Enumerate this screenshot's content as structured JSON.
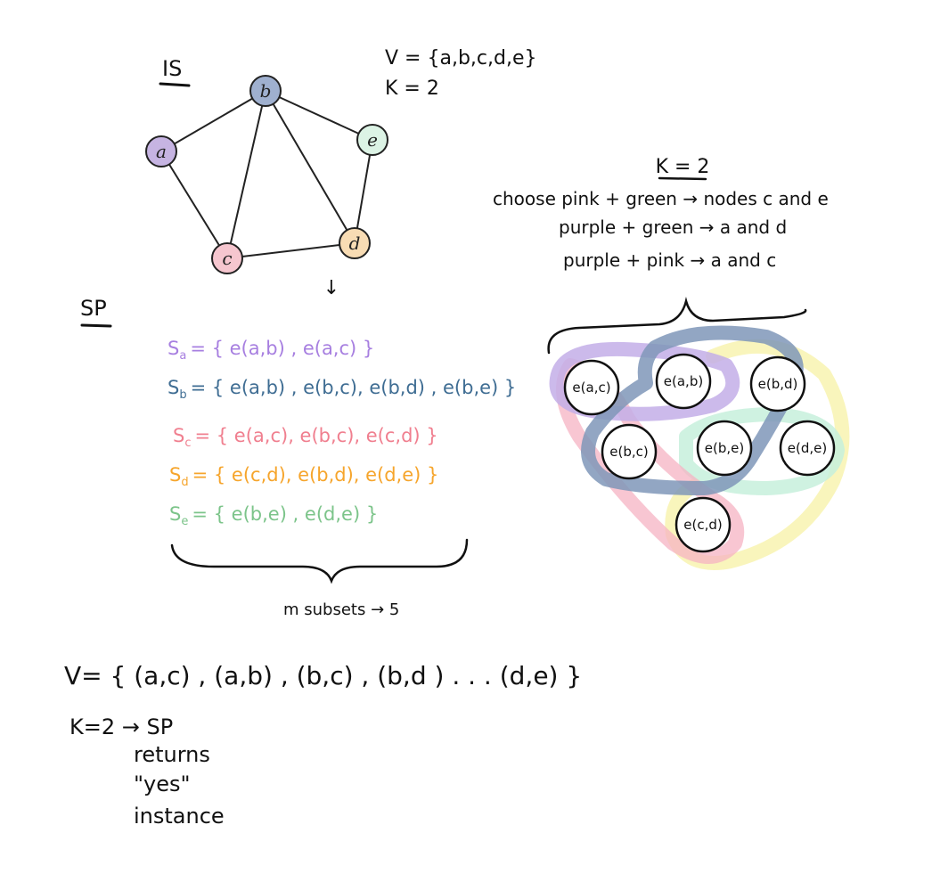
{
  "colors": {
    "a": "#c6b4e2",
    "b": "#9fb0cf",
    "c": "#f6c6cf",
    "d": "#f8dcb4",
    "e": "#dcf3e5",
    "sa": "#a77fe0",
    "sb": "#3f6d93",
    "sc": "#f07f8f",
    "sd": "#f6a52c",
    "se": "#7cc48a",
    "hl_purple": "#c3aee8",
    "hl_blue": "#7f96b8",
    "hl_pink": "#f5b3c3",
    "hl_yellow": "#f7f2a6",
    "hl_green": "#c7f0dc"
  },
  "is_section": {
    "title": "IS",
    "v_set": "V = {a,b,c,d,e}",
    "k": "K = 2",
    "nodes": [
      {
        "id": "a",
        "label": "a"
      },
      {
        "id": "b",
        "label": "b"
      },
      {
        "id": "c",
        "label": "c"
      },
      {
        "id": "d",
        "label": "d"
      },
      {
        "id": "e",
        "label": "e"
      }
    ],
    "arrow": "↓"
  },
  "sp_section": {
    "title": "SP",
    "subsets": [
      {
        "name": "S",
        "sub": "a",
        "body": "= { e(a,b) , e(a,c) }"
      },
      {
        "name": "S",
        "sub": "b",
        "body": "= { e(a,b) , e(b,c), e(b,d) , e(b,e) }"
      },
      {
        "name": "S",
        "sub": "c",
        "body": "= { e(a,c), e(b,c), e(c,d) }"
      },
      {
        "name": "S",
        "sub": "d",
        "body": "= { e(c,d), e(b,d), e(d,e) }"
      },
      {
        "name": "S",
        "sub": "e",
        "body": "= { e(b,e) , e(d,e) }"
      }
    ],
    "brace_label": "m subsets → 5"
  },
  "right_section": {
    "k": "K = 2",
    "lines": [
      "choose pink + green → nodes c and e",
      "purple + green → a and d",
      "purple + pink → a and c"
    ],
    "elements": [
      {
        "id": "ac",
        "label": "e(a,c)"
      },
      {
        "id": "ab",
        "label": "e(a,b)"
      },
      {
        "id": "bd",
        "label": "e(b,d)"
      },
      {
        "id": "bc",
        "label": "e(b,c)"
      },
      {
        "id": "be",
        "label": "e(b,e)"
      },
      {
        "id": "de",
        "label": "e(d,e)"
      },
      {
        "id": "cd",
        "label": "e(c,d)"
      }
    ]
  },
  "bottom": {
    "u_set": "V= { (a,c) , (a,b) , (b,c) , (b,d ) . . . (d,e) }",
    "k_line": "K=2 → SP",
    "returns": [
      "returns",
      "\"yes\"",
      "instance"
    ]
  }
}
